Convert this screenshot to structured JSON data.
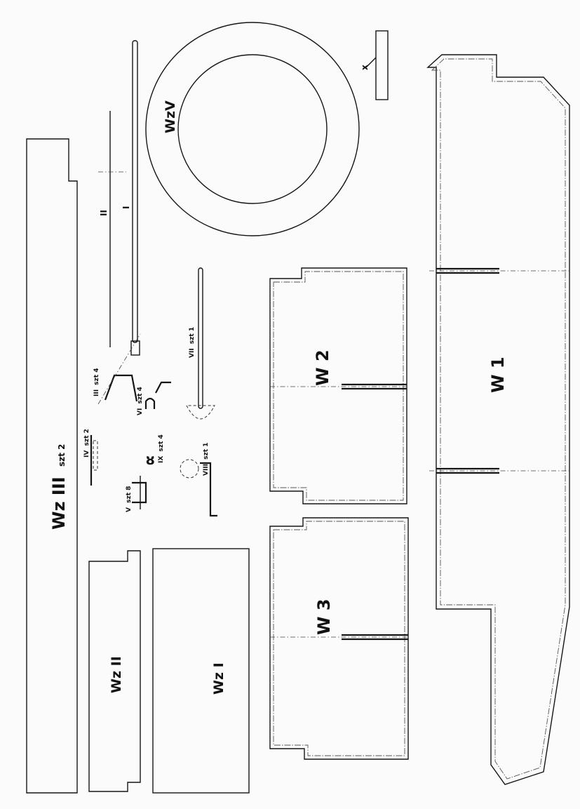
{
  "parts": {
    "w1": "W 1",
    "w2": "W 2",
    "w3": "W 3",
    "wz1": "Wz I",
    "wz2": "Wz II",
    "wz3": "Wz III",
    "wz3_qty": "szt 2",
    "wz5": "WzV",
    "rod1": "I",
    "rod2": "II",
    "p3": "III",
    "p3_qty": "szt 4",
    "p4": "IV",
    "p4_qty": "szt 2",
    "p5": "V",
    "p5_qty": "szt 8",
    "p6": "VI",
    "p6_qty": "szt 4",
    "p7": "VII",
    "p7_qty": "szt 1",
    "p8": "VIII",
    "p8_qty": "szt 1",
    "p9": "IX",
    "p9_qty": "szt 4",
    "px": "x"
  }
}
